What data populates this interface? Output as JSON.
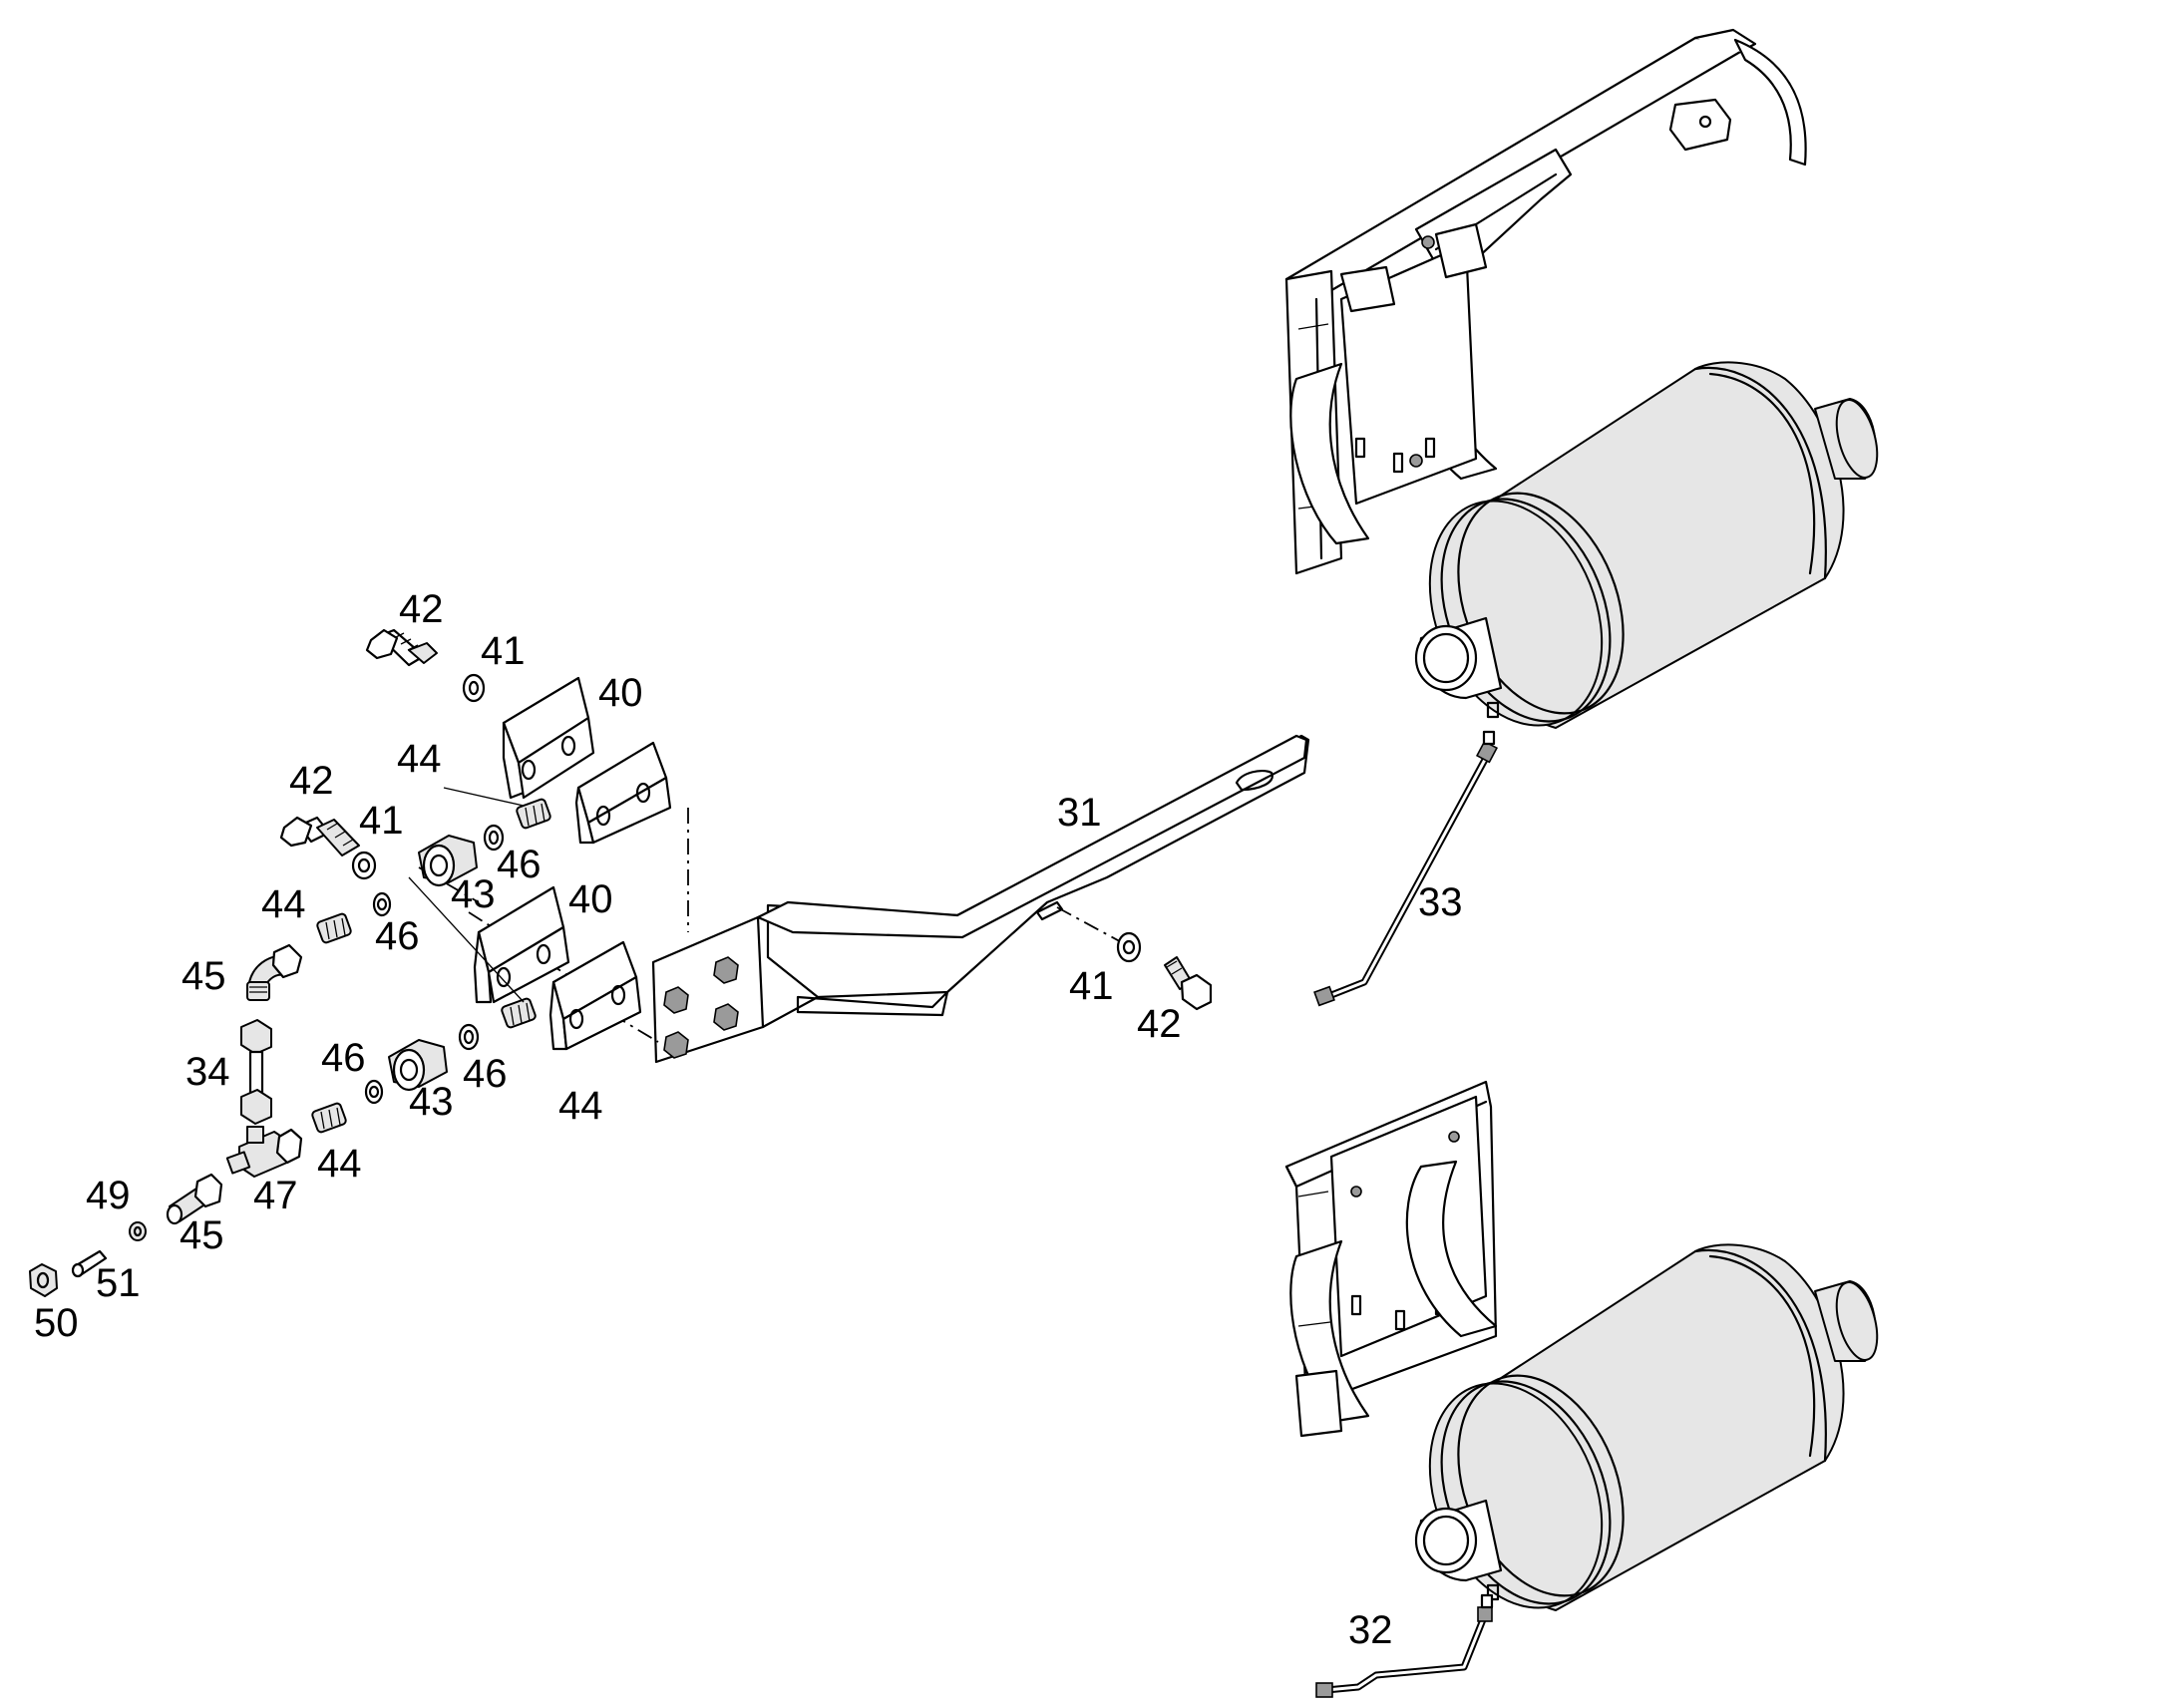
{
  "diagram": {
    "callouts": [
      {
        "id": "c31",
        "text": "31"
      },
      {
        "id": "c32",
        "text": "32"
      },
      {
        "id": "c33",
        "text": "33"
      },
      {
        "id": "c34",
        "text": "34"
      },
      {
        "id": "c40a",
        "text": "40"
      },
      {
        "id": "c40b",
        "text": "40"
      },
      {
        "id": "c41a",
        "text": "41"
      },
      {
        "id": "c41b",
        "text": "41"
      },
      {
        "id": "c41c",
        "text": "41"
      },
      {
        "id": "c42a",
        "text": "42"
      },
      {
        "id": "c42b",
        "text": "42"
      },
      {
        "id": "c42c",
        "text": "42"
      },
      {
        "id": "c43a",
        "text": "43"
      },
      {
        "id": "c43b",
        "text": "43"
      },
      {
        "id": "c44a",
        "text": "44"
      },
      {
        "id": "c44b",
        "text": "44"
      },
      {
        "id": "c44c",
        "text": "44"
      },
      {
        "id": "c44d",
        "text": "44"
      },
      {
        "id": "c45a",
        "text": "45"
      },
      {
        "id": "c45b",
        "text": "45"
      },
      {
        "id": "c46a",
        "text": "46"
      },
      {
        "id": "c46b",
        "text": "46"
      },
      {
        "id": "c46c",
        "text": "46"
      },
      {
        "id": "c46d",
        "text": "46"
      },
      {
        "id": "c47",
        "text": "47"
      },
      {
        "id": "c49",
        "text": "49"
      },
      {
        "id": "c50",
        "text": "50"
      },
      {
        "id": "c51",
        "text": "51"
      }
    ]
  }
}
